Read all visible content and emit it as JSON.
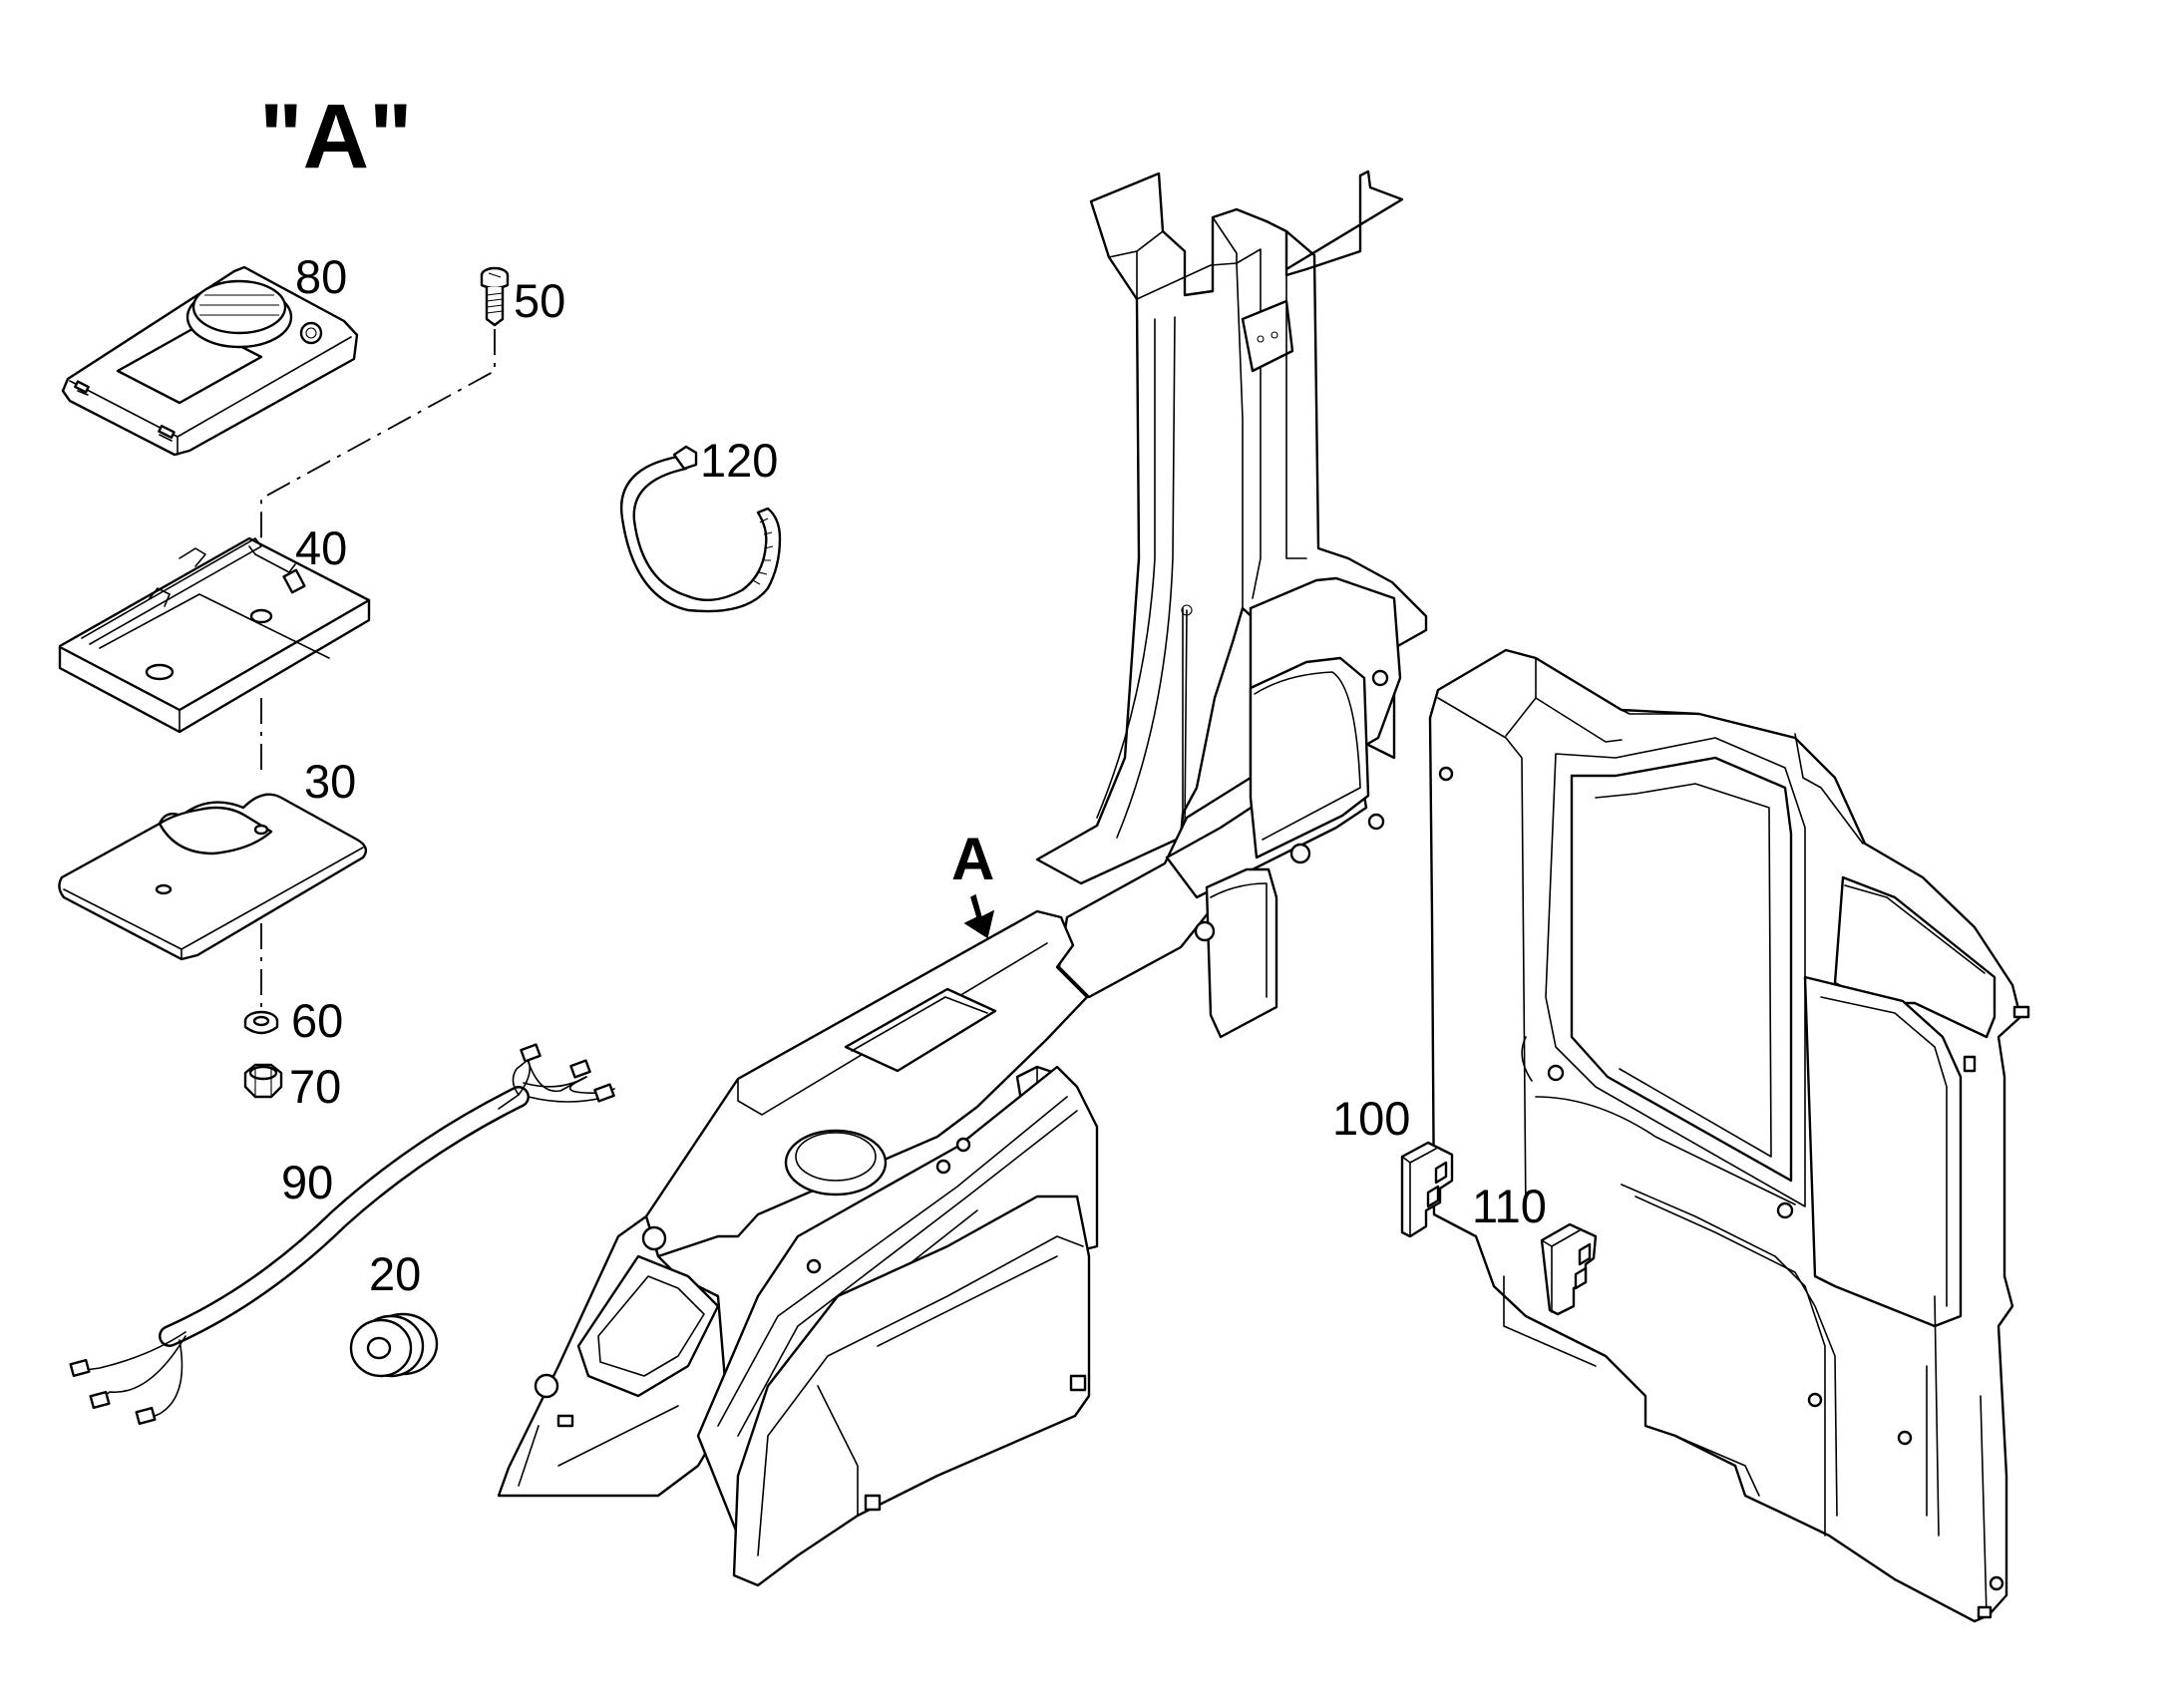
{
  "view": {
    "title": "\"A\"",
    "arrow_letter": "A"
  },
  "callouts": {
    "p20": "20",
    "p30": "30",
    "p40": "40",
    "p50": "50",
    "p60": "60",
    "p70": "70",
    "p80": "80",
    "p90": "90",
    "p100": "100",
    "p110": "110",
    "p120": "120"
  },
  "icons": {
    "control_unit": "control-unit-icon",
    "bracket": "mounting-bracket-icon",
    "gasket": "gasket-plate-icon",
    "screw": "screw-icon",
    "washer": "washer-icon",
    "nut": "hex-nut-icon",
    "harness": "wire-harness-icon",
    "grommet": "rubber-grommet-icon",
    "relay": "relay-icon",
    "fuse": "fuse-icon",
    "cable_tie": "cable-tie-icon",
    "console": "cab-console-panel-icon"
  },
  "colors": {
    "line": "#000000",
    "background": "#ffffff"
  }
}
